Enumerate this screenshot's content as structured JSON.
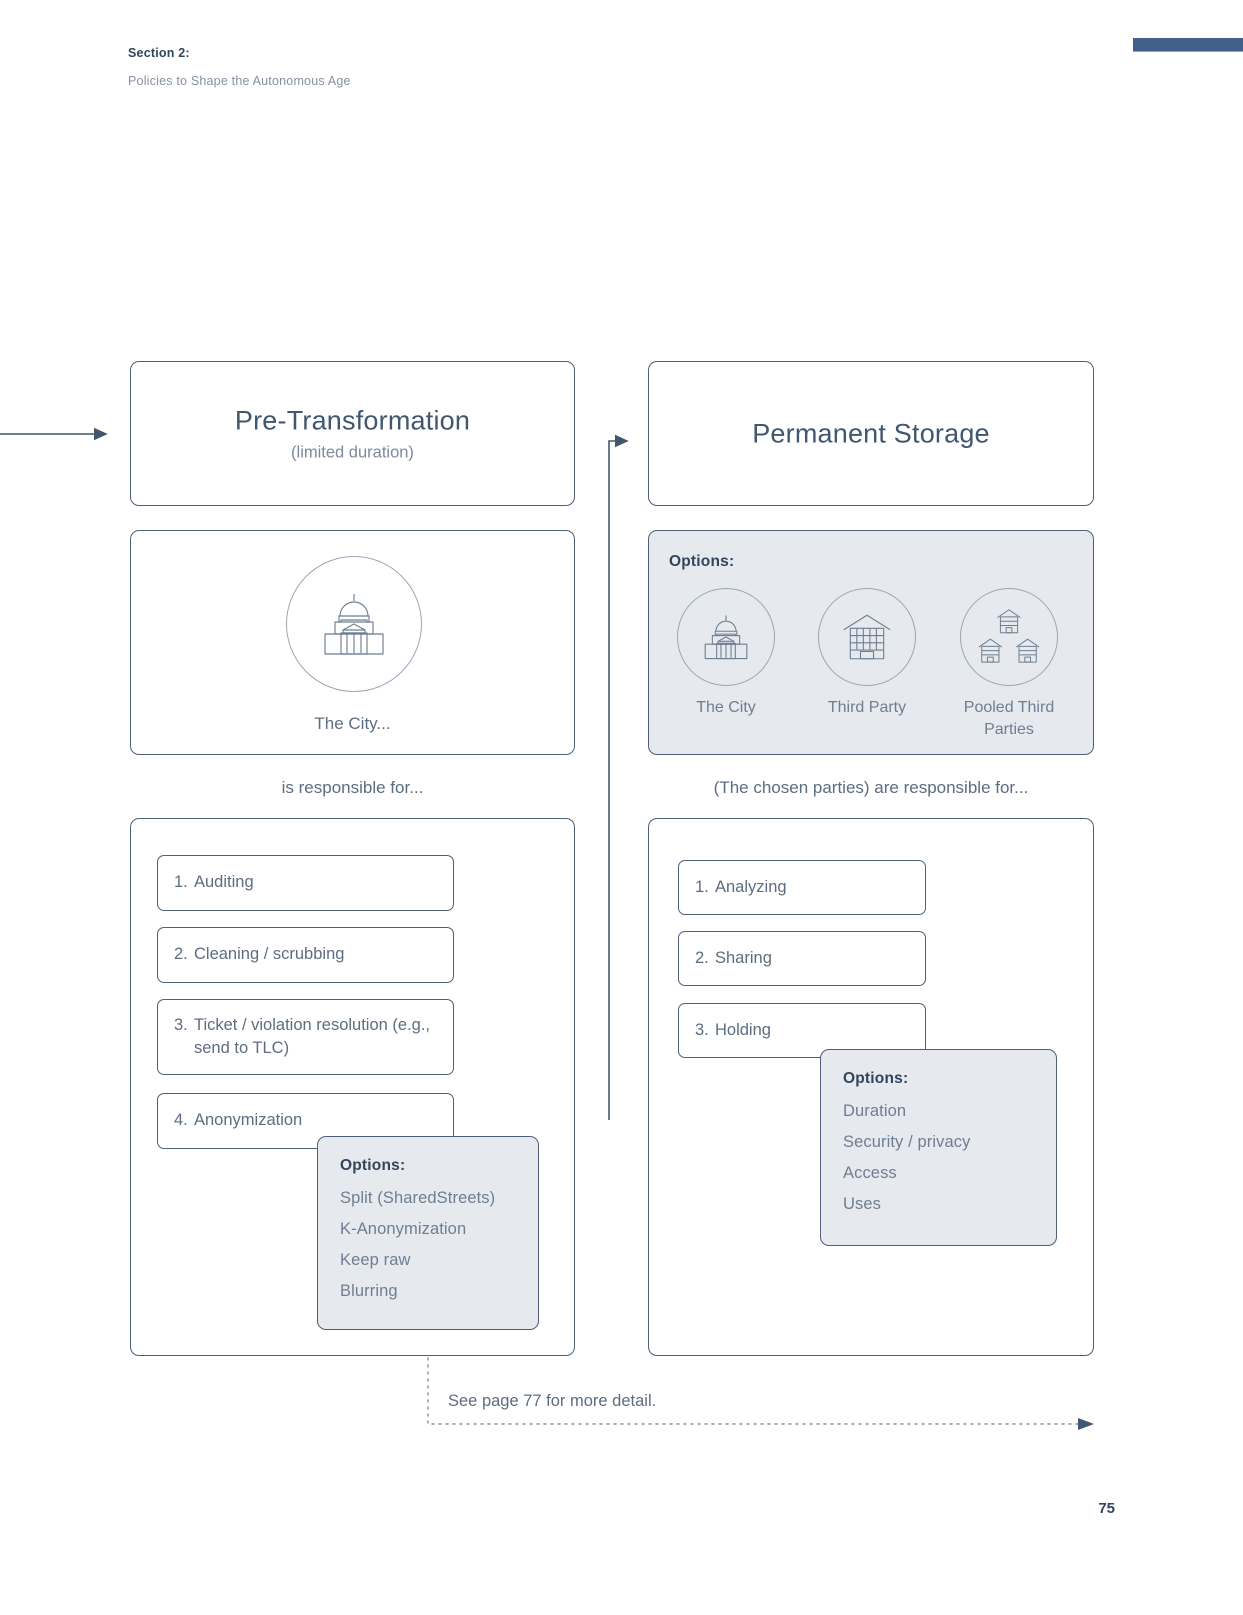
{
  "header": {
    "section_label": "Section 2:",
    "section_subtitle": "Policies to Shape the Autonomous Age",
    "accent_color": "#41618a"
  },
  "page_number": "75",
  "footnote": "See page 77 for more detail.",
  "flow": {
    "left": {
      "title": "Pre-Transformation",
      "subtitle": "(limited duration)",
      "actor_label": "The City...",
      "actor_icon": "capitol-building-icon",
      "caption": "is responsible for...",
      "items": [
        {
          "num": "1.",
          "text": "Auditing"
        },
        {
          "num": "2.",
          "text": "Cleaning / scrubbing"
        },
        {
          "num": "3.",
          "text": "Ticket / violation resolution (e.g., send to TLC)"
        },
        {
          "num": "4.",
          "text": "Anonymization"
        }
      ],
      "popup": {
        "heading": "Options:",
        "options": [
          "Split (SharedStreets)",
          "K-Anonymization",
          "Keep raw",
          "Blurring"
        ]
      }
    },
    "right": {
      "title": "Permanent Storage",
      "subtitle": "",
      "options_heading": "Options:",
      "parties": [
        {
          "label": "The City",
          "icon": "capitol-building-icon"
        },
        {
          "label": "Third Party",
          "icon": "office-building-icon"
        },
        {
          "label": "Pooled Third Parties",
          "icon": "multiple-buildings-icon"
        }
      ],
      "caption": "(The chosen parties) are responsible for...",
      "items": [
        {
          "num": "1.",
          "text": "Analyzing"
        },
        {
          "num": "2.",
          "text": "Sharing"
        },
        {
          "num": "3.",
          "text": "Holding"
        }
      ],
      "popup": {
        "heading": "Options:",
        "options": [
          "Duration",
          "Security / privacy",
          "Access",
          "Uses"
        ]
      }
    }
  },
  "colors": {
    "stroke": "#4f5f77",
    "text": "#5d6d81",
    "heading": "#33455c",
    "shade": "#e6e9ee"
  }
}
